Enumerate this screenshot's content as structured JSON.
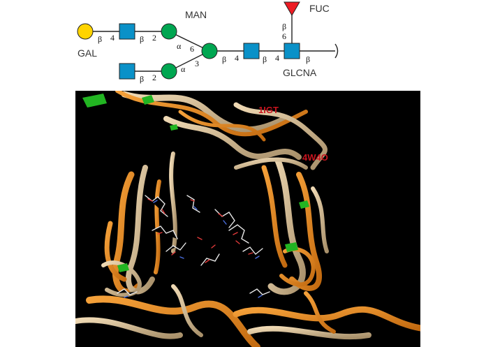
{
  "glycan": {
    "labels": {
      "gal": "GAL",
      "man": "MAN",
      "fuc": "FUC",
      "glcna": "GLCNA"
    },
    "linkages": {
      "gal_b": "β",
      "gal_4": "4",
      "gn1_b": "β",
      "gn1_2": "2",
      "man_a1": "α",
      "man_6": "6",
      "gn2_b": "β",
      "gn2_2": "2",
      "man_a2": "α",
      "man_3": "3",
      "core_b": "β",
      "core_4": "4",
      "gn_b": "β",
      "gn_4": "4",
      "fuc_b": "β",
      "fuc_6": "6",
      "end_b": "β"
    },
    "colors": {
      "gal": "#ffd400",
      "glcnac": "#0a91c8",
      "man": "#00a651",
      "fuc": "#ed1c24"
    }
  },
  "structure": {
    "labels": {
      "a": "1IGT",
      "b": "4W4O"
    },
    "colors": {
      "a": "#e8861a",
      "b": "#d2b48c",
      "highlight": "#22b522",
      "label": "#c8141e"
    }
  }
}
